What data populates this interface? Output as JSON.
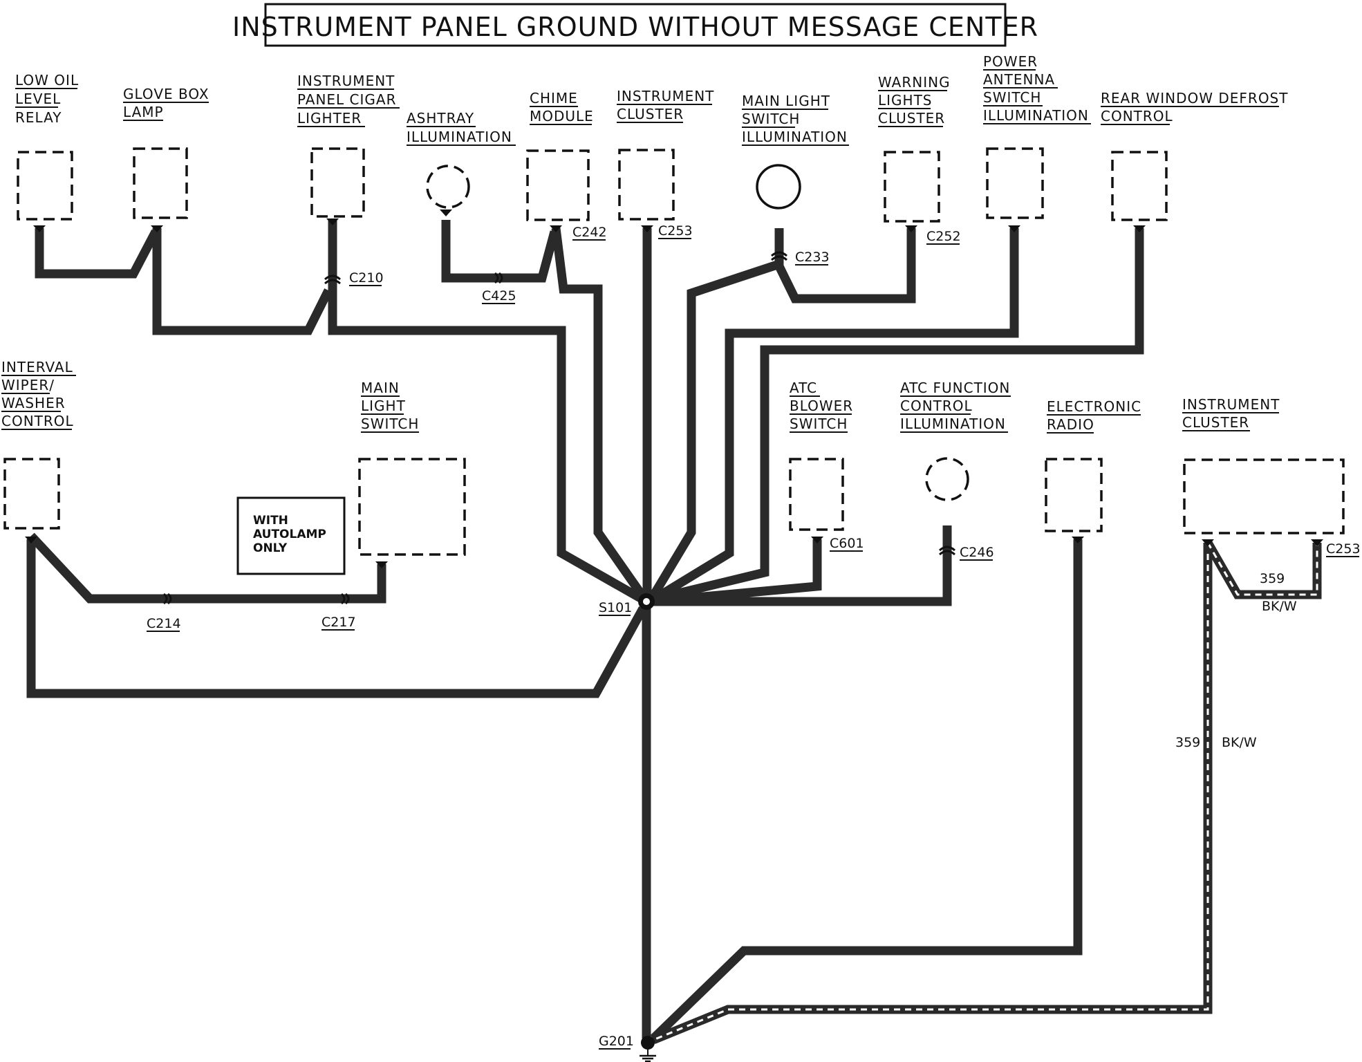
{
  "title": "INSTRUMENT PANEL GROUND WITHOUT MESSAGE CENTER",
  "components": {
    "low_oil_level_relay": [
      "LOW OIL",
      "LEVEL",
      "RELAY"
    ],
    "glove_box_lamp": [
      "GLOVE BOX",
      "LAMP"
    ],
    "instrument_panel_cigar_lighter": [
      "INSTRUMENT",
      "PANEL  CIGAR",
      "LIGHTER"
    ],
    "ashtray_illumination": [
      "ASHTRAY",
      "ILLUMINATION"
    ],
    "chime_module": [
      "CHIME",
      "MODULE"
    ],
    "instrument_cluster_top": [
      "INSTRUMENT",
      "CLUSTER"
    ],
    "main_light_switch_illumination": [
      "MAIN LIGHT",
      "SWITCH",
      "ILLUMINATION"
    ],
    "warning_lights_cluster": [
      "WARNING",
      "LIGHTS",
      "CLUSTER"
    ],
    "power_antenna_switch_illumination": [
      "POWER",
      "ANTENNA",
      "SWITCH",
      "ILLUMINATION"
    ],
    "rear_window_defrost_control": [
      "REAR WINDOW DEFROST",
      "CONTROL"
    ],
    "interval_wiper_washer_control": [
      "INTERVAL",
      "WIPER/",
      "WASHER",
      "CONTROL"
    ],
    "main_light_switch": [
      "MAIN",
      "LIGHT",
      "SWITCH"
    ],
    "atc_blower_switch": [
      "ATC",
      "BLOWER",
      "SWITCH"
    ],
    "atc_function_control_illumination": [
      "ATC FUNCTION",
      "CONTROL",
      "ILLUMINATION"
    ],
    "electronic_radio": [
      "ELECTRONIC",
      "RADIO"
    ],
    "instrument_cluster_bottom": [
      "INSTRUMENT",
      "CLUSTER"
    ]
  },
  "note": [
    "WITH",
    "AUTOLAMP",
    "ONLY"
  ],
  "connectors": {
    "c210": "C210",
    "c425": "C425",
    "c242": "C242",
    "c253_top": "C253",
    "c233": "C233",
    "c252": "C252",
    "c214": "C214",
    "c217": "C217",
    "c601": "C601",
    "c246": "C246",
    "c253_bottom": "C253"
  },
  "splice": "S101",
  "ground": "G201",
  "wire_labels": {
    "circuit_upper": "359",
    "color_upper": "BK/W",
    "circuit_lower": "359",
    "color_lower": "BK/W"
  }
}
